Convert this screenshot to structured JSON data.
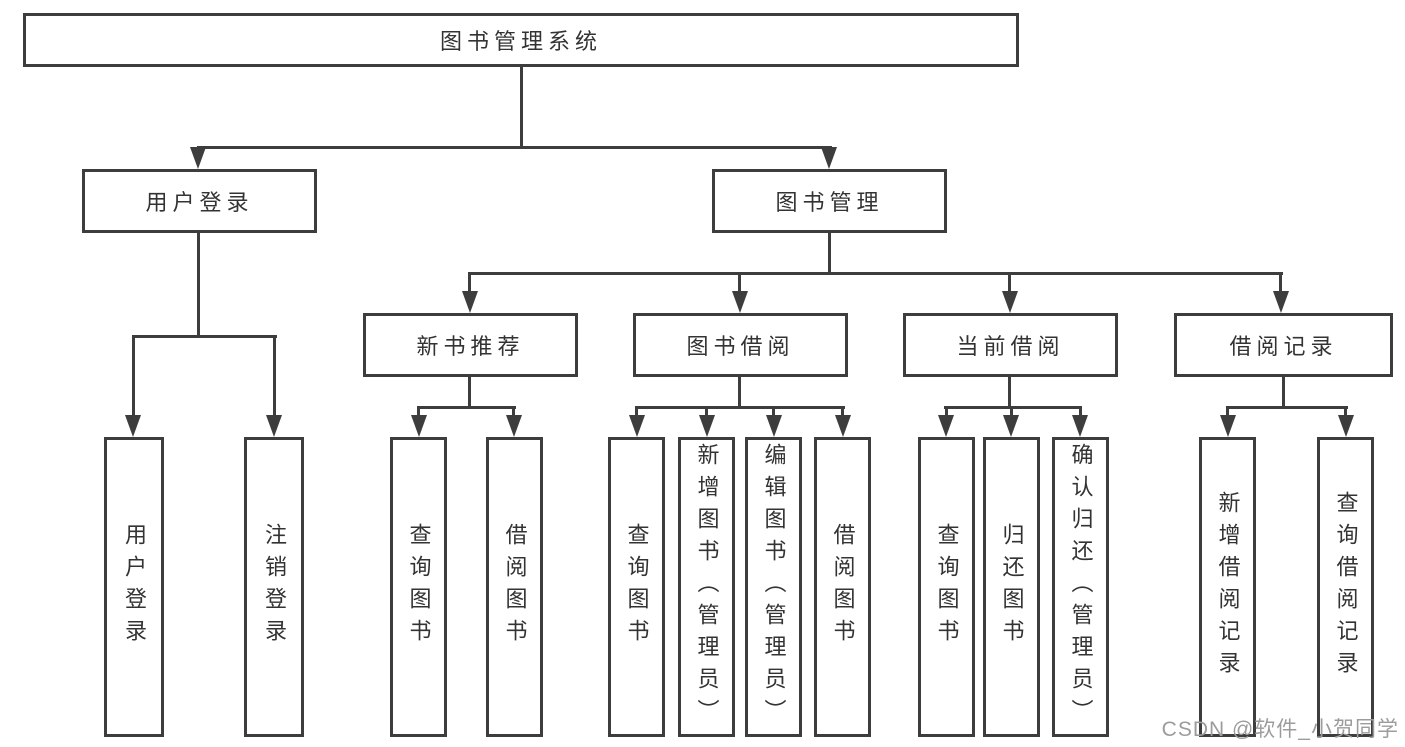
{
  "tree": {
    "root": {
      "label": "图书管理系统"
    },
    "level2": {
      "user_login": {
        "label": "用户登录"
      },
      "book_mgmt": {
        "label": "图书管理"
      }
    },
    "level3": {
      "new_book_rec": {
        "label": "新书推荐"
      },
      "book_borrow": {
        "label": "图书借阅"
      },
      "current_borrow": {
        "label": "当前借阅"
      },
      "borrow_record": {
        "label": "借阅记录"
      }
    },
    "leaves": {
      "user_login_leaf": {
        "label": "用户登录"
      },
      "logout": {
        "label": "注销登录"
      },
      "rec_query_book": {
        "label": "查询图书"
      },
      "rec_borrow_book": {
        "label": "借阅图书"
      },
      "bb_query_book": {
        "label": "查询图书"
      },
      "bb_add_book": {
        "label": "新增图书（管理员）"
      },
      "bb_edit_book": {
        "label": "编辑图书（管理员）"
      },
      "bb_borrow_book": {
        "label": "借阅图书"
      },
      "cb_query_book": {
        "label": "查询图书"
      },
      "cb_return_book": {
        "label": "归还图书"
      },
      "cb_confirm_return": {
        "label": "确认归还（管理员）"
      },
      "br_add_record": {
        "label": "新增借阅记录"
      },
      "br_query_record": {
        "label": "查询借阅记录"
      }
    }
  },
  "watermark": {
    "text": "CSDN @软件_小贺同学"
  },
  "colors": {
    "line": "#3d3d3d",
    "text": "#333333",
    "watermark": "#9c9c9c",
    "background": "#ffffff"
  }
}
